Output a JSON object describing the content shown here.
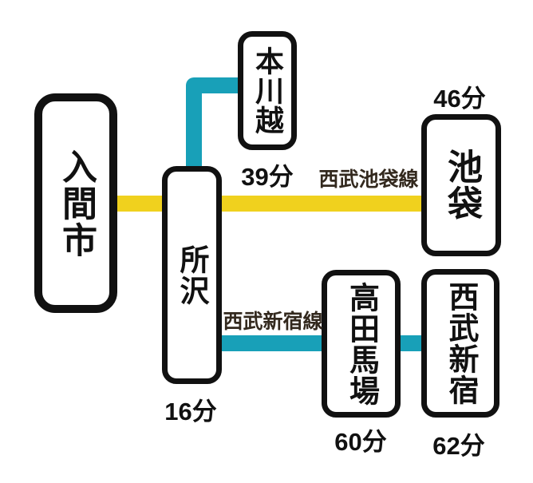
{
  "diagram": {
    "stations": {
      "iruma": {
        "name": "入間市"
      },
      "tokorozawa": {
        "name": "所沢",
        "time": "16分"
      },
      "honkawagoe": {
        "name": "本川越",
        "time": "39分"
      },
      "ikebukuro": {
        "name": "池袋",
        "time": "46分"
      },
      "takadanobaba": {
        "name": "高田馬場",
        "time": "60分"
      },
      "seibushinjuku": {
        "name": "西武新宿",
        "time": "62分"
      }
    },
    "lines": {
      "ikebukuro_line": {
        "name": "西武池袋線",
        "color": "#F0D11E"
      },
      "shinjuku_line": {
        "name": "西武新宿線",
        "color": "#18A0B8"
      }
    }
  }
}
